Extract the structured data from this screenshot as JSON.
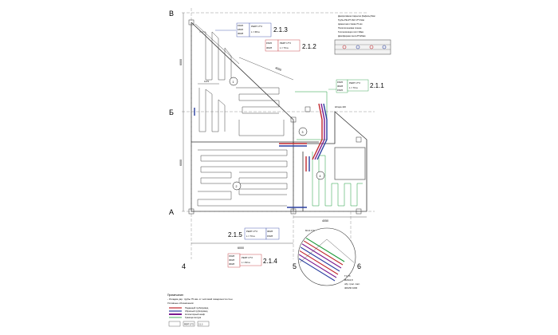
{
  "axes": {
    "rows": [
      "В",
      "Б",
      "А"
    ],
    "cols": [
      "4",
      "5",
      "6"
    ]
  },
  "dims": {
    "left_upper": "6000",
    "left_lower": "6000",
    "bottom_total": "6000",
    "bottom_right": "4050",
    "diag_top": "4050",
    "top_small": "1470"
  },
  "rooms": [
    "1",
    "2",
    "3",
    "4"
  ],
  "circuits": [
    {
      "id": "2.1.3",
      "pipe": "PERT 17*2",
      "len": "L = 68 м.",
      "codes": [
        "150/6",
        "180/6",
        "300/8"
      ],
      "color": "#2a3fa0"
    },
    {
      "id": "2.1.2",
      "pipe": "PERT 17*2",
      "len": "L = 70 м.",
      "codes": [
        "150/6",
        "300/8"
      ],
      "color": "#c0272d"
    },
    {
      "id": "2.1.1",
      "pipe": "PERT 17*2",
      "len": "L = 70 м.",
      "codes": [
        "150/6",
        "300/8",
        "150/6"
      ],
      "color": "#1d9a3a"
    },
    {
      "id": "2.1.5",
      "pipe": "PERT 17*2",
      "len": "L = 70 м.",
      "codes": [
        "300/8",
        "150/8"
      ],
      "color": "#2a3fa0"
    },
    {
      "id": "2.1.4",
      "pipe": "PERT 17*2",
      "len": "L = 82 м.",
      "codes": [
        "150/8",
        "300/8",
        "300/8"
      ],
      "color": "#c0272d"
    }
  ],
  "section_notes": [
    "Декоративное покрытие (Кафель) 8мм",
    "Трубы PE-RT 16/2 17*2 Шаг",
    "Цементная стяжка 70 мм",
    "Полиэтиленовая пленка",
    "Теплоизоляция плит 30мм",
    "Демпферная лента 8*120мм"
  ],
  "riser_label": "Штора 140",
  "detail_label": "М1:2.170",
  "detail_note": [
    "Т1  ТЗ",
    "Ø20х2,8",
    "обр. трас. пакт.",
    "400x50 1000"
  ],
  "notes": {
    "title": "Примечание:",
    "line1": "- Укладка уар. трубы 75 мм. от чистовой поверхности стен",
    "line2": "Условные обозначения:"
  },
  "legend": [
    {
      "label": "Подающий трубопровод",
      "color": "#c0272d"
    },
    {
      "label": "Обратный трубопровод",
      "color": "#2a3fa0"
    },
    {
      "label": "Коллекторный шкаф",
      "color": "#7a1a8f"
    },
    {
      "label": "Граница контура",
      "color": "#1d9a3a"
    }
  ],
  "footer_tags": [
    "PERT 17*2",
    "2.1.3"
  ]
}
